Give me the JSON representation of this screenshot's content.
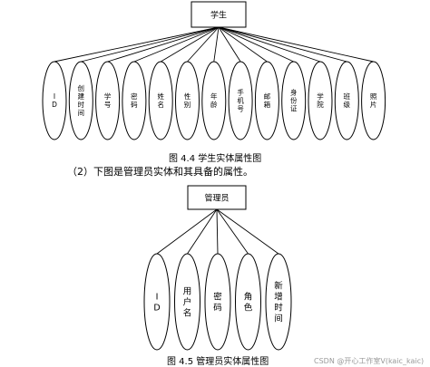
{
  "diagram1": {
    "entity": "学生",
    "attributes": [
      "ID",
      "创建时间",
      "学号",
      "密码",
      "姓名",
      "性别",
      "年龄",
      "手机号",
      "邮箱",
      "身份证",
      "学院",
      "班级",
      "照片"
    ],
    "caption": "图 4.4  学生实体属性图"
  },
  "paragraph": "（2）下图是管理员实体和其具备的属性。",
  "diagram2": {
    "entity": "管理员",
    "attributes": [
      "ID",
      "用户名",
      "密码",
      "角色",
      "新增时间"
    ],
    "caption": "图 4.5  管理员实体属性图"
  },
  "watermark": "CSDN @开心工作室V(kaic_kaic)"
}
